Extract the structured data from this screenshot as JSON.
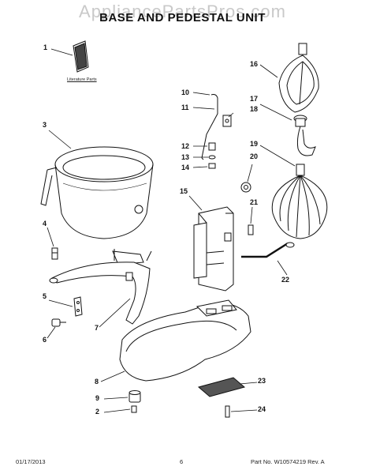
{
  "watermark": "AppliancePartsPros.com",
  "title": "BASE AND PEDESTAL UNIT",
  "literature_label": "Literature Parts",
  "callouts": {
    "c1": "1",
    "c2": "2",
    "c3": "3",
    "c4": "4",
    "c5": "5",
    "c6": "6",
    "c7": "7",
    "c8": "8",
    "c9": "9",
    "c10": "10",
    "c11": "11",
    "c12": "12",
    "c13": "13",
    "c14": "14",
    "c15": "15",
    "c16": "16",
    "c17": "17",
    "c18": "18",
    "c19": "19",
    "c20": "20",
    "c21": "21",
    "c22": "22",
    "c23": "23",
    "c24": "24"
  },
  "footer": {
    "date": "01/17/2013",
    "page": "6",
    "part_no": "Part No. W10574219  Rev. A"
  }
}
